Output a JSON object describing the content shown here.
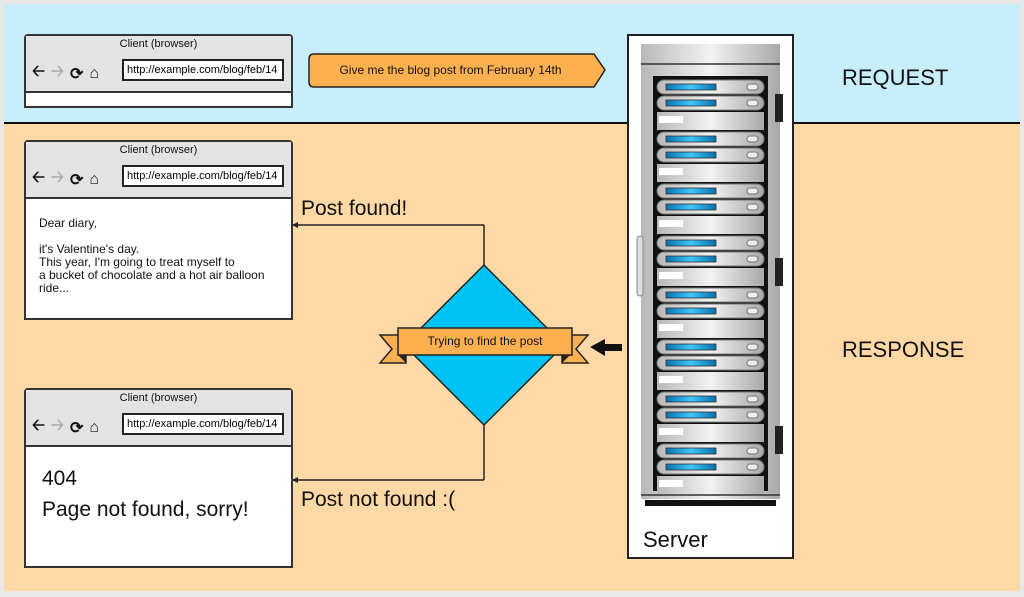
{
  "sections": {
    "request_label": "REQUEST",
    "response_label": "RESPONSE"
  },
  "browsers": [
    {
      "title": "Client (browser)",
      "url": "http://example.com/blog/feb/14",
      "nav_icons": [
        "back-arrow-icon",
        "forward-arrow-icon",
        "reload-icon",
        "home-icon"
      ],
      "content_lines": []
    },
    {
      "title": "Client (browser)",
      "url": "http://example.com/blog/feb/14",
      "content_lines": [
        "Dear diary,",
        "",
        "it's Valentine's day.",
        "This year, I'm going to treat myself to",
        "a bucket of chocolate and a hot air balloon",
        "ride..."
      ]
    },
    {
      "title": "Client (browser)",
      "url": "http://example.com/blog/feb/14",
      "content_lines": [
        "404",
        "Page not found, sorry!"
      ]
    }
  ],
  "request_message": "Give me the blog post from February 14th",
  "decision_label": "Trying to find the post",
  "outcomes": {
    "found": "Post found!",
    "not_found": "Post not found :("
  },
  "server_label": "Server",
  "colors": {
    "request_bg": "#c9eefb",
    "response_bg": "#fed9a6",
    "accent_orange": "#fdb04f",
    "diamond_blue": "#00c3f5"
  }
}
